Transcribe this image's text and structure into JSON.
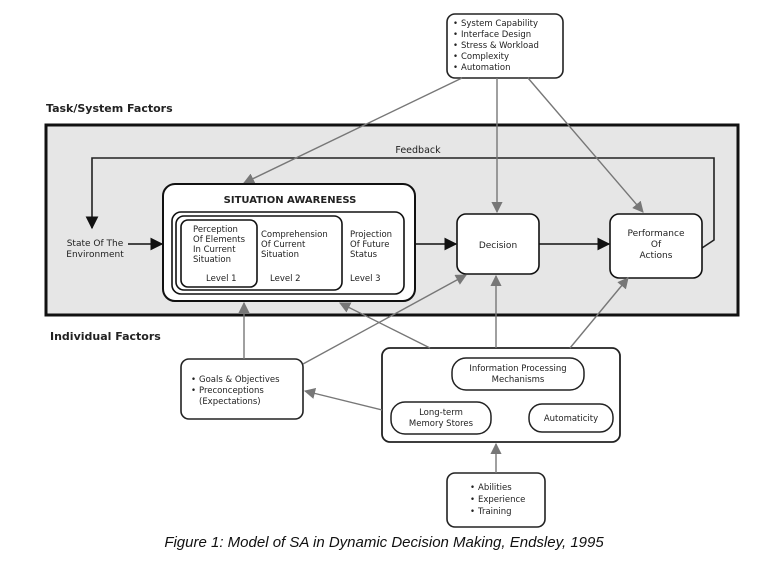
{
  "labels": {
    "task_system_factors": "Task/System Factors",
    "individual_factors": "Individual Factors",
    "feedback": "Feedback"
  },
  "system_factors": [
    "System Capability",
    "Interface Design",
    "Stress & Workload",
    "Complexity",
    "Automation"
  ],
  "environment": [
    "State Of The",
    "Environment"
  ],
  "situation_awareness": {
    "title": "SITUATION AWARENESS",
    "perception": [
      "Perception",
      "Of Elements",
      "In Current",
      "Situation"
    ],
    "level1": "Level 1",
    "comprehension": [
      "Comprehension",
      "Of Current",
      "Situation"
    ],
    "level2": "Level 2",
    "projection": [
      "Projection",
      "Of Future",
      "Status"
    ],
    "level3": "Level 3"
  },
  "decision": "Decision",
  "performance": [
    "Performance",
    "Of",
    "Actions"
  ],
  "goals": [
    "Goals & Objectives",
    "Preconceptions",
    "(Expectations)"
  ],
  "info_processing": [
    "Information Processing",
    "Mechanisms"
  ],
  "long_term_memory": [
    "Long-term",
    "Memory Stores"
  ],
  "automaticity": "Automaticity",
  "abilities": [
    "Abilities",
    "Experience",
    "Training"
  ],
  "caption": "Figure 1: Model of SA in Dynamic Decision Making, Endsley, 1995"
}
